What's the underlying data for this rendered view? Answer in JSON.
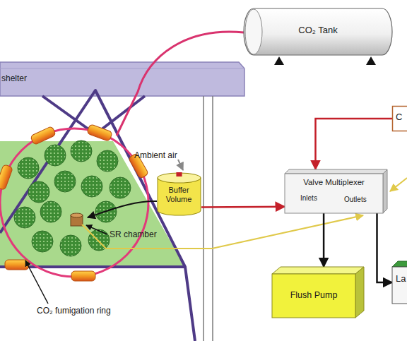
{
  "diagram": {
    "nodes": [
      {
        "text": [
          "CO₂ Tank"
        ]
      },
      {
        "text": [
          "shelter"
        ]
      },
      {
        "text": [
          "C"
        ]
      },
      {
        "text": [
          "Buffer Volume"
        ]
      },
      {
        "text": [
          "Valve Multiplexer",
          "Inlets",
          "Outlets"
        ]
      },
      {
        "text": [
          "Flush Pump"
        ]
      },
      {
        "text": [
          "La"
        ]
      }
    ],
    "edges": [
      {
        "from": 3,
        "to": 4,
        "arrow": "to"
      },
      {
        "from": 2,
        "to": 4,
        "arrow": "to"
      },
      {
        "from": 4,
        "to": 5,
        "arrow": "to"
      },
      {
        "from": 4,
        "to": 6,
        "arrow": "to"
      }
    ],
    "labels": [
      "Ambient air",
      "SR chamber",
      "CO₂ fumigation ring"
    ]
  }
}
